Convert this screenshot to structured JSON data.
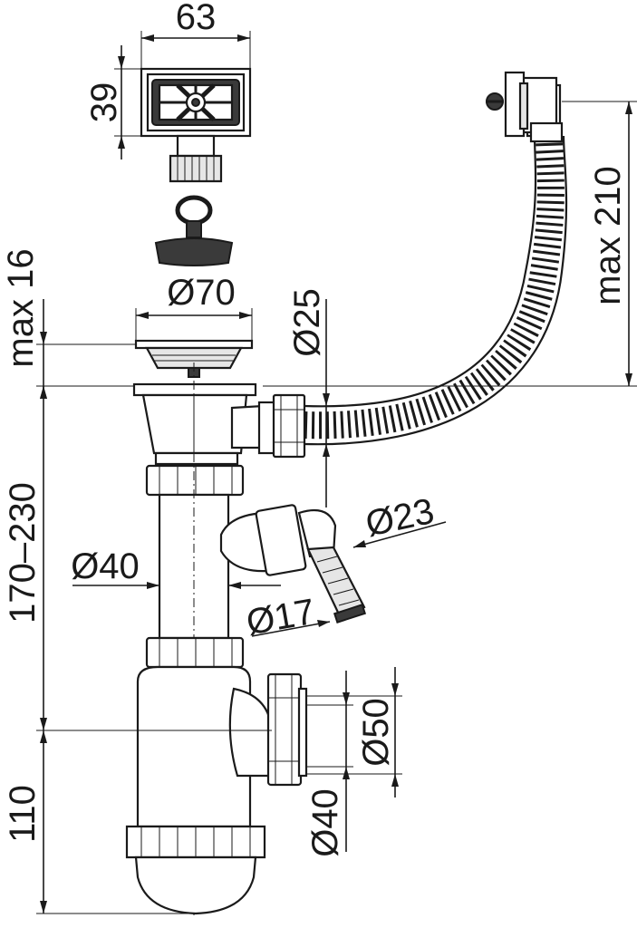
{
  "dimensions": {
    "strainer_width": "63",
    "strainer_height": "39",
    "plug_diameter": "Ø70",
    "flange_thickness": "max 16",
    "overflow_hose_diameter": "Ø25",
    "overflow_hose_length": "max 210",
    "appliance_connector_diameter": "Ø23",
    "pipe_diameter": "Ø40",
    "appliance_spigot_diameter": "Ø17",
    "height_range": "170–230",
    "outlet_diameter": "Ø50",
    "outlet_inner_diameter": "Ø40",
    "trap_height": "110"
  },
  "colors": {
    "line": "#1a1a1a",
    "fill_light": "#e6e6e6",
    "fill_dark": "#3a3a3a",
    "background": "#ffffff"
  }
}
